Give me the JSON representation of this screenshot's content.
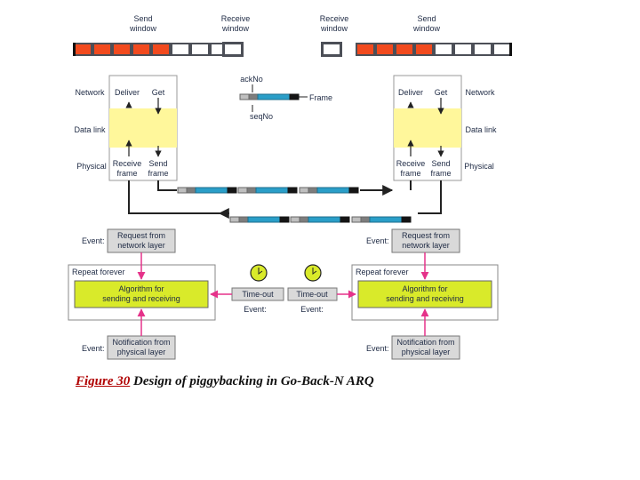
{
  "colors": {
    "sent": "#f24a1e",
    "empty": "#ffffff",
    "dark": "#4c4f57",
    "yellow": "#fff79b",
    "green": "#d9ea2a",
    "magenta": "#e5328a",
    "frame_blue": "#2a9ec8",
    "grey_box": "#d9d9d9"
  },
  "windows": {
    "left_send": "Send\nwindow",
    "left_receive": "Receive\nwindow",
    "right_receive": "Receive\nwindow",
    "right_send": "Send\nwindow"
  },
  "layers": {
    "network": "Network",
    "data_link": "Data link",
    "physical": "Physical",
    "deliver": "Deliver",
    "get": "Get",
    "receive_frame": "Receive\nframe",
    "send_frame": "Send\nframe"
  },
  "frame_legend": {
    "ackno": "ackNo",
    "frame": "Frame",
    "seqno": "seqNo"
  },
  "events": {
    "event": "Event:",
    "request": "Request from\nnetwork layer",
    "repeat": "Repeat forever",
    "algorithm": "Algorithm for\nsending and receiving",
    "timeout": "Time-out",
    "notification": "Notification from\nphysical layer"
  },
  "caption": {
    "number": "Figure 30",
    "text": " Design of piggybacking in Go-Back-N ARQ"
  }
}
